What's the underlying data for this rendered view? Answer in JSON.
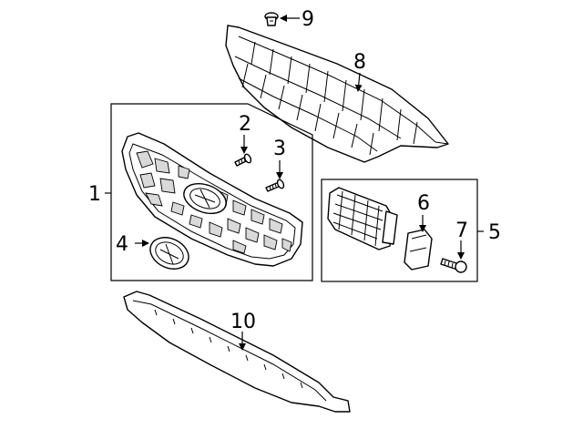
{
  "callouts": {
    "c1": "1",
    "c2": "2",
    "c3": "3",
    "c4": "4",
    "c5": "5",
    "c6": "6",
    "c7": "7",
    "c8": "8",
    "c9": "9",
    "c10": "10"
  },
  "parts": [
    {
      "callout": "1",
      "icon": "grille-assembly-icon"
    },
    {
      "callout": "2",
      "icon": "screw-icon"
    },
    {
      "callout": "3",
      "icon": "screw-icon"
    },
    {
      "callout": "4",
      "icon": "emblem-icon"
    },
    {
      "callout": "5",
      "icon": "shutter-assembly-icon"
    },
    {
      "callout": "6",
      "icon": "bracket-icon"
    },
    {
      "callout": "7",
      "icon": "screw-icon"
    },
    {
      "callout": "8",
      "icon": "upper-support-icon"
    },
    {
      "callout": "9",
      "icon": "push-clip-icon"
    },
    {
      "callout": "10",
      "icon": "lower-molding-icon"
    }
  ]
}
